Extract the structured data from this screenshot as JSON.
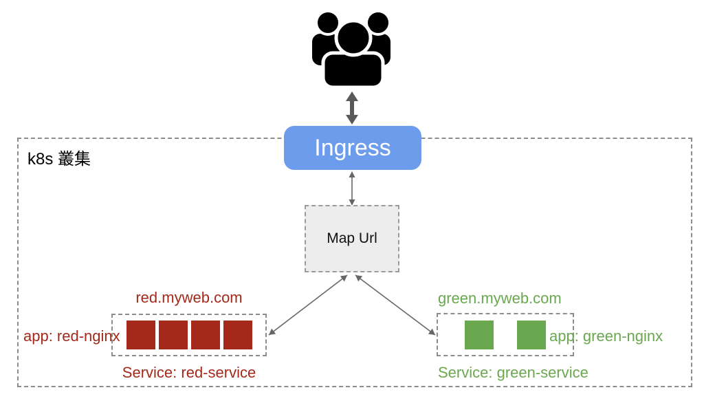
{
  "diagram": {
    "cluster": {
      "label": "k8s 叢集"
    },
    "users": {
      "icon": "users-group"
    },
    "ingress": {
      "label": "Ingress",
      "color": "#6c9ceb"
    },
    "map_url": {
      "label": "Map Url",
      "fill": "#ededed"
    },
    "red_deployment": {
      "domain": "red.myweb.com",
      "app_label": "app: red-nginx",
      "service_label": "Service: red-service",
      "pod_count": 4,
      "color": "#a5291a"
    },
    "green_deployment": {
      "domain": "green.myweb.com",
      "app_label": "app: green-nginx",
      "service_label": "Service: green-service",
      "pod_count": 2,
      "color": "#6aa84f"
    },
    "colors": {
      "thick_arrow": "#595959",
      "thin_arrow": "#666666",
      "dashed_border": "#8c8c8c",
      "icon_black": "#000000"
    }
  }
}
